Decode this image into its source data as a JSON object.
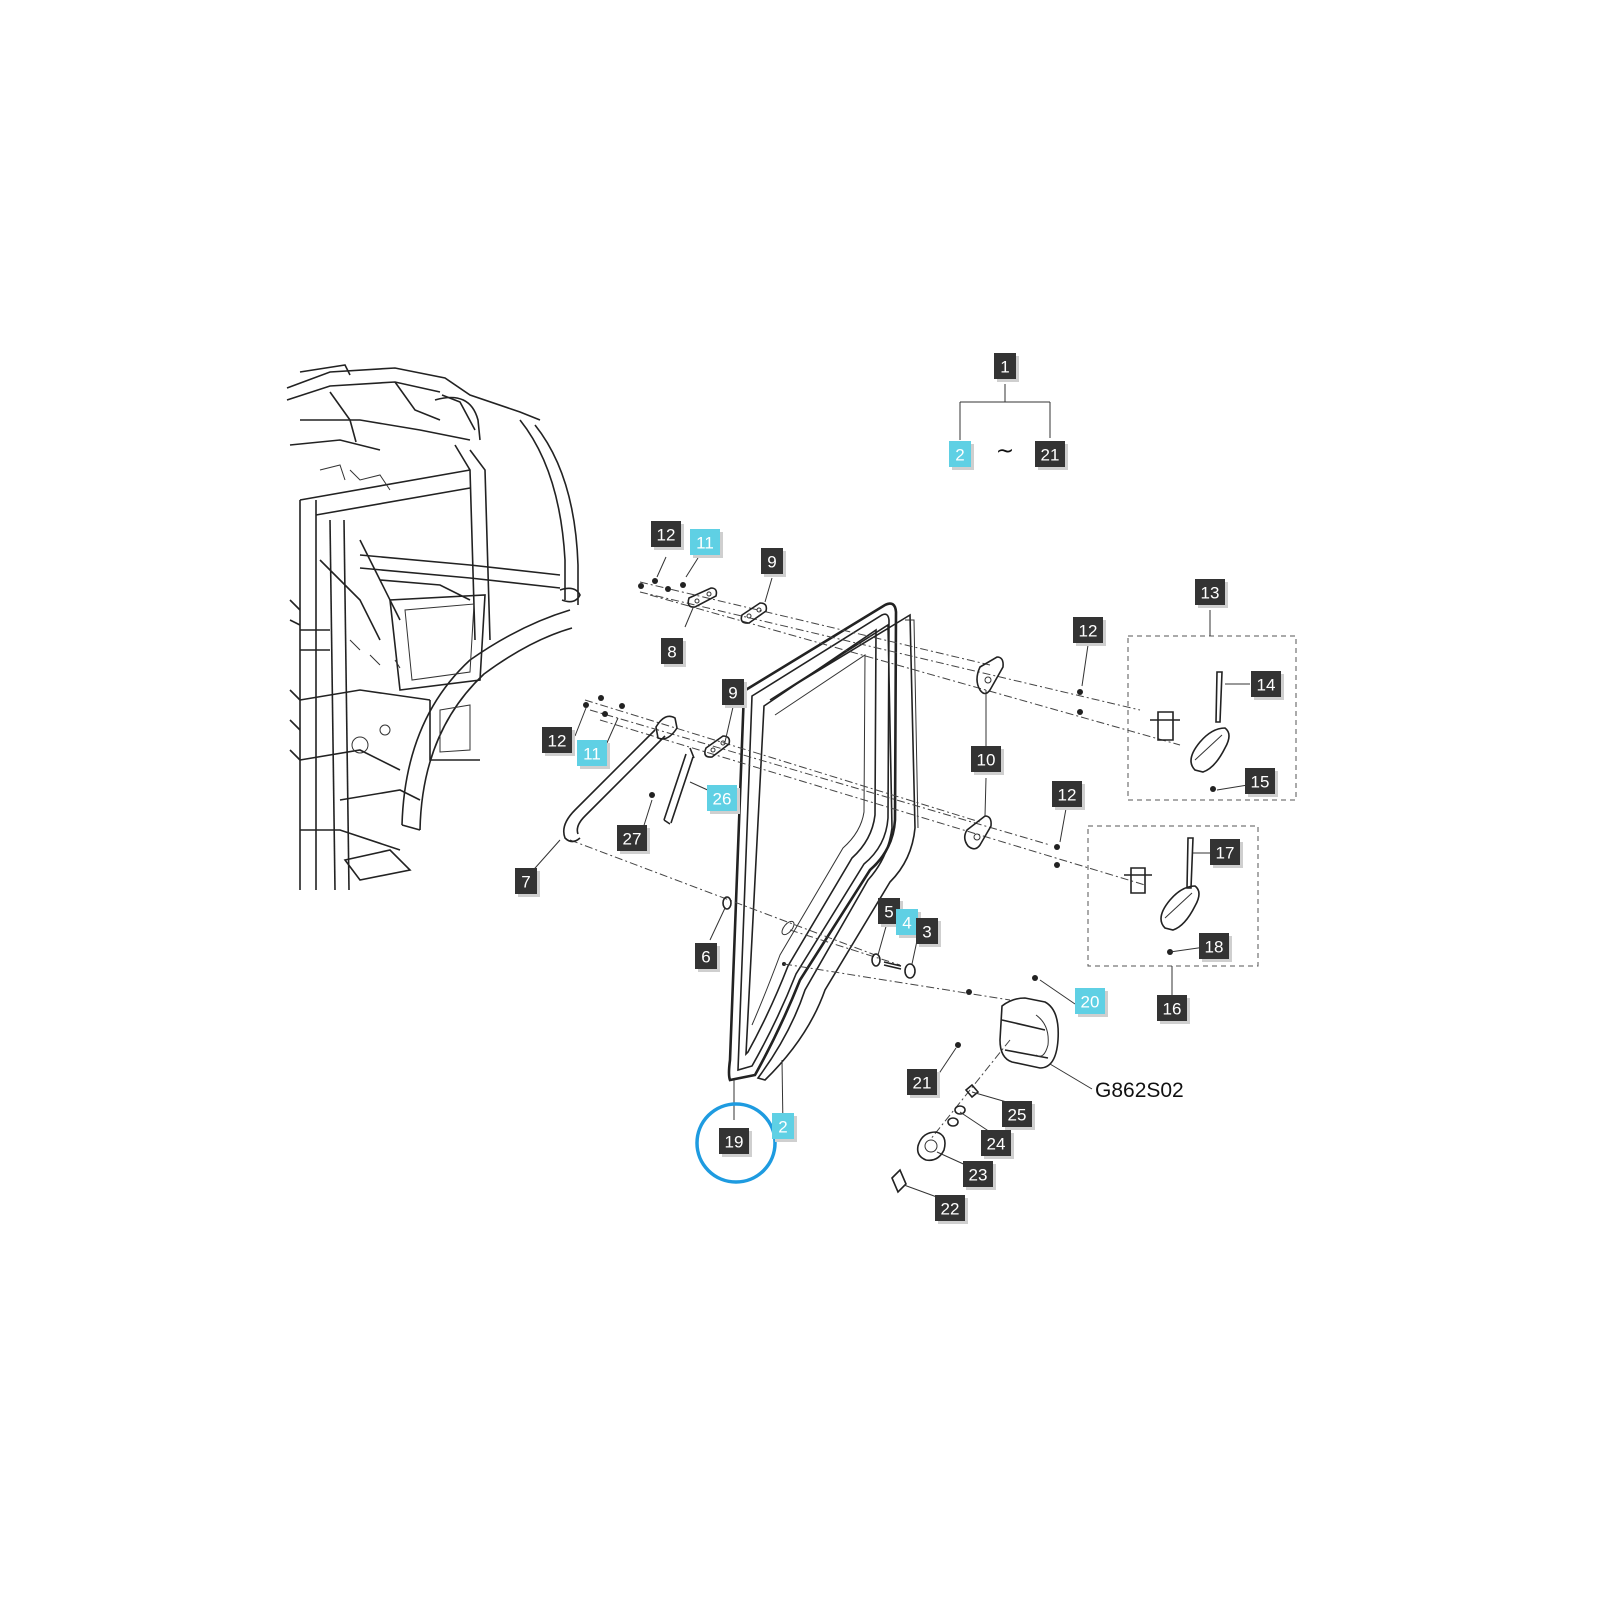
{
  "diagram_code": "G862S02",
  "colors": {
    "label_dark": "#333333",
    "label_highlight": "#5fd0e4",
    "circle": "#1e9be0"
  },
  "range_symbol": "~",
  "highlighted_part": "19",
  "callouts": [
    {
      "id": "c1",
      "text": "1",
      "style": "dark"
    },
    {
      "id": "c2a",
      "text": "2",
      "style": "highlight"
    },
    {
      "id": "c21a",
      "text": "21",
      "style": "dark"
    },
    {
      "id": "c12a",
      "text": "12",
      "style": "dark"
    },
    {
      "id": "c11a",
      "text": "11",
      "style": "highlight"
    },
    {
      "id": "c9a",
      "text": "9",
      "style": "dark"
    },
    {
      "id": "c8",
      "text": "8",
      "style": "dark"
    },
    {
      "id": "c13",
      "text": "13",
      "style": "dark"
    },
    {
      "id": "c12b",
      "text": "12",
      "style": "dark"
    },
    {
      "id": "c14",
      "text": "14",
      "style": "dark"
    },
    {
      "id": "c15",
      "text": "15",
      "style": "dark"
    },
    {
      "id": "c9b",
      "text": "9",
      "style": "dark"
    },
    {
      "id": "c12c",
      "text": "12",
      "style": "dark"
    },
    {
      "id": "c11b",
      "text": "11",
      "style": "highlight"
    },
    {
      "id": "c26",
      "text": "26",
      "style": "highlight"
    },
    {
      "id": "c27",
      "text": "27",
      "style": "dark"
    },
    {
      "id": "c10",
      "text": "10",
      "style": "dark"
    },
    {
      "id": "c12d",
      "text": "12",
      "style": "dark"
    },
    {
      "id": "c17",
      "text": "17",
      "style": "dark"
    },
    {
      "id": "c7",
      "text": "7",
      "style": "dark"
    },
    {
      "id": "c6",
      "text": "6",
      "style": "dark"
    },
    {
      "id": "c5",
      "text": "5",
      "style": "dark"
    },
    {
      "id": "c4",
      "text": "4",
      "style": "highlight"
    },
    {
      "id": "c3",
      "text": "3",
      "style": "dark"
    },
    {
      "id": "c18",
      "text": "18",
      "style": "dark"
    },
    {
      "id": "c16",
      "text": "16",
      "style": "dark"
    },
    {
      "id": "c20",
      "text": "20",
      "style": "highlight"
    },
    {
      "id": "c21b",
      "text": "21",
      "style": "dark"
    },
    {
      "id": "c25",
      "text": "25",
      "style": "dark"
    },
    {
      "id": "c24",
      "text": "24",
      "style": "dark"
    },
    {
      "id": "c23",
      "text": "23",
      "style": "dark"
    },
    {
      "id": "c22",
      "text": "22",
      "style": "dark"
    },
    {
      "id": "c19",
      "text": "19",
      "style": "dark"
    },
    {
      "id": "c2b",
      "text": "2",
      "style": "highlight"
    }
  ]
}
